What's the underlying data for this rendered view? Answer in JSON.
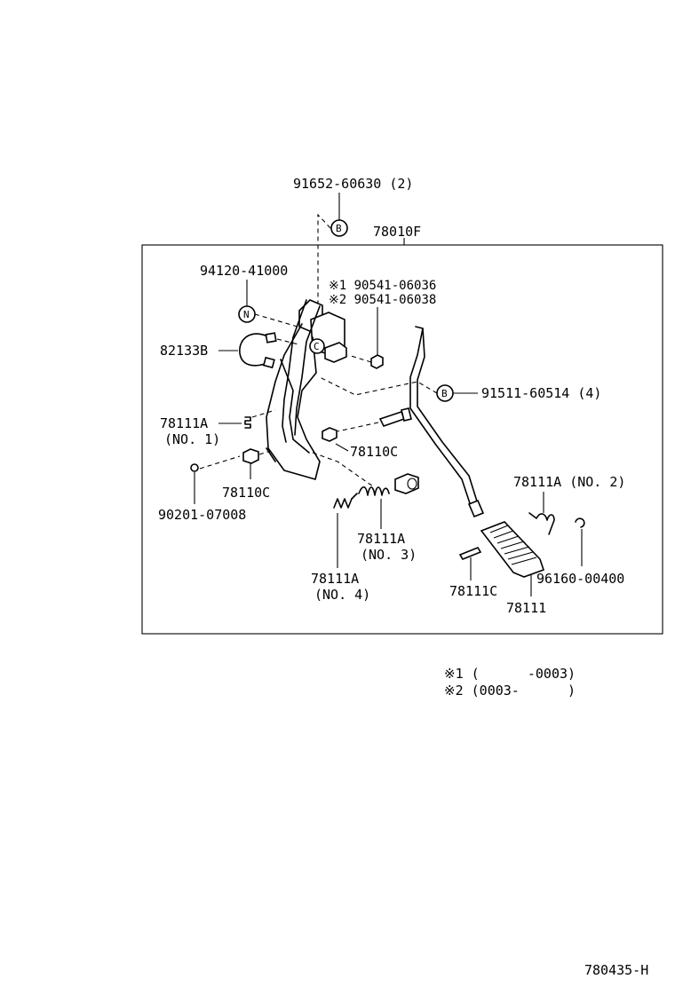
{
  "labels": {
    "p91652": "91652-60630 (2)",
    "p78010F": "78010F",
    "p94120": "94120-41000",
    "p90541a": "※1 90541-06036",
    "p90541b": "※2 90541-06038",
    "p82133B": "82133B",
    "p91511": "91511-60514 (4)",
    "p78111A_1": "78111A",
    "p78111A_1_no": "(NO. 1)",
    "p78110C_a": "78110C",
    "p78110C_b": "78110C",
    "p90201": "90201-07008",
    "p78111A_2": "78111A (NO. 2)",
    "p78111A_3": "78111A",
    "p78111A_3_no": "(NO. 3)",
    "p96160": "96160-00400",
    "p78111A_4": "78111A",
    "p78111A_4_no": "(NO. 4)",
    "p78111C": "78111C",
    "p78111": "78111"
  },
  "markers": {
    "b_top": "B",
    "b_right": "B",
    "n": "N",
    "c": "C"
  },
  "notes": {
    "n1": "※1 (      -0003)",
    "n2": "※2 (0003-      )"
  },
  "figure_id": "780435-H"
}
